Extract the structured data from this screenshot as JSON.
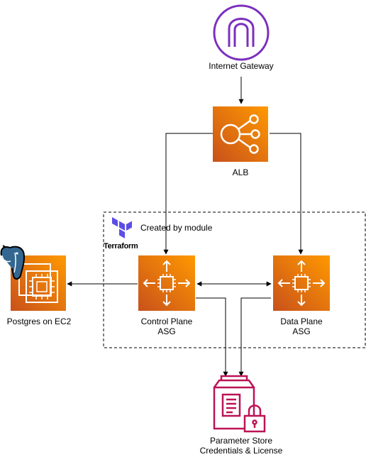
{
  "nodes": {
    "internet_gateway": {
      "label": "Internet Gateway",
      "icon": "internet-gateway-icon",
      "color": "#7B2FBE"
    },
    "alb": {
      "label": "ALB",
      "icon": "load-balancer-icon",
      "color": "#ED7100"
    },
    "control_plane": {
      "label_line1": "Control Plane",
      "label_line2": "ASG",
      "icon": "auto-scaling-icon",
      "color": "#ED7100"
    },
    "data_plane": {
      "label_line1": "Data Plane",
      "label_line2": "ASG",
      "icon": "auto-scaling-icon",
      "color": "#ED7100"
    },
    "postgres": {
      "label": "Postgres on EC2",
      "icon": "ec2-instance-icon",
      "badge_icon": "postgresql-elephant-icon",
      "color": "#ED7100"
    },
    "parameter_store": {
      "label_line1": "Parameter Store",
      "label_line2": "Credentials & License",
      "icon": "parameter-store-icon",
      "color": "#BC1356"
    }
  },
  "module_group": {
    "label": "Created by module",
    "logo_text": "Terraform",
    "logo_icon": "terraform-logo-icon",
    "logo_color": "#5C4EE5"
  }
}
